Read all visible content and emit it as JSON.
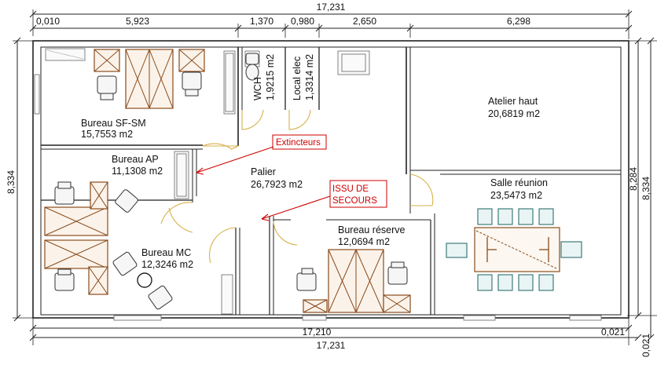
{
  "dimensions": {
    "top_total": "17,231",
    "top_segments": [
      "0,010",
      "5,923",
      "1,370",
      "0,980",
      "2,650",
      "6,298"
    ],
    "bottom_inner": "17,210",
    "bottom_small": "0,021",
    "bottom_total": "17,231",
    "left_height": "8,334",
    "right_inner": "8,284",
    "right_outer": "8,334",
    "right_tiny": "0,021"
  },
  "rooms": {
    "bureau_sf_sm": {
      "name": "Bureau SF-SM",
      "area": "15,7553 m2"
    },
    "bureau_ap": {
      "name": "Bureau AP",
      "area": "11,1308 m2"
    },
    "bureau_mc": {
      "name": "Bureau MC",
      "area": "12,3246 m2"
    },
    "palier": {
      "name": "Palier",
      "area": "26,7923 m2"
    },
    "wch": {
      "name": "WCH",
      "area": "1,9215 m2"
    },
    "local_elec": {
      "name": "Local elec",
      "area": "1,3314 m2"
    },
    "atelier_haut": {
      "name": "Atelier haut",
      "area": "20,6819 m2"
    },
    "salle_reunion": {
      "name": "Salle réunion",
      "area": "23,5473 m2"
    },
    "bureau_reserve": {
      "name": "Bureau réserve",
      "area": "12,0694 m2"
    }
  },
  "annotations": {
    "extincteurs": "Extincteurs",
    "issue_line1": "ISSU DE",
    "issue_line2": "SECOURS"
  },
  "colors": {
    "annotation": "#cc0000",
    "wood": "#8a4b1c",
    "door_swing": "#d6b24a",
    "chair_teal": "#2e6f6f"
  }
}
